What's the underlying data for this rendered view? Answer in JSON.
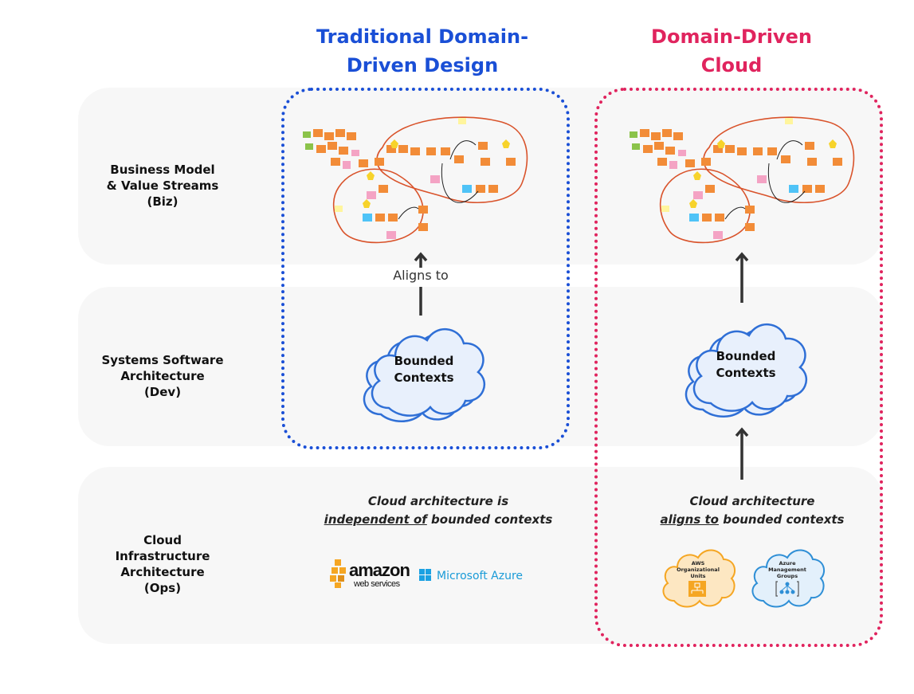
{
  "columns": {
    "traditional": {
      "title_line1": "Traditional Domain-",
      "title_line2": "Driven Design"
    },
    "cloud": {
      "title_line1": "Domain-Driven",
      "title_line2": "Cloud"
    }
  },
  "rows": {
    "biz": {
      "line1": "Business Model",
      "line2": "& Value Streams",
      "line3": "(Biz)"
    },
    "dev": {
      "line1": "Systems Software",
      "line2": "Architecture",
      "line3": "(Dev)"
    },
    "ops": {
      "line1": "Cloud",
      "line2": "Infrastructure",
      "line3": "Architecture",
      "line4": "(Ops)"
    }
  },
  "arrow_label": "Aligns to",
  "bounded_contexts": {
    "line1": "Bounded",
    "line2": "Contexts"
  },
  "captions": {
    "traditional": {
      "line1": "Cloud architecture is",
      "emph": "independent of",
      "rest": "bounded contexts"
    },
    "cloud": {
      "line1": "Cloud architecture",
      "emph": "aligns to",
      "rest": "bounded contexts"
    }
  },
  "logos": {
    "amazon_word": "amazon",
    "amazon_sub": "web services",
    "azure_text": "Microsoft Azure"
  },
  "ou_clouds": {
    "aws": {
      "line1": "AWS",
      "line2": "Organizational",
      "line3": "Units"
    },
    "azure": {
      "line1": "Azure",
      "line2": "Management",
      "line3": "Groups"
    }
  },
  "colors": {
    "blue": "#1a4fd6",
    "pink": "#e0245e",
    "band": "#f7f7f7",
    "cloud_fill": "#e8f0fc",
    "cloud_stroke": "#2f6fd6",
    "aws_orange": "#f5a623"
  }
}
